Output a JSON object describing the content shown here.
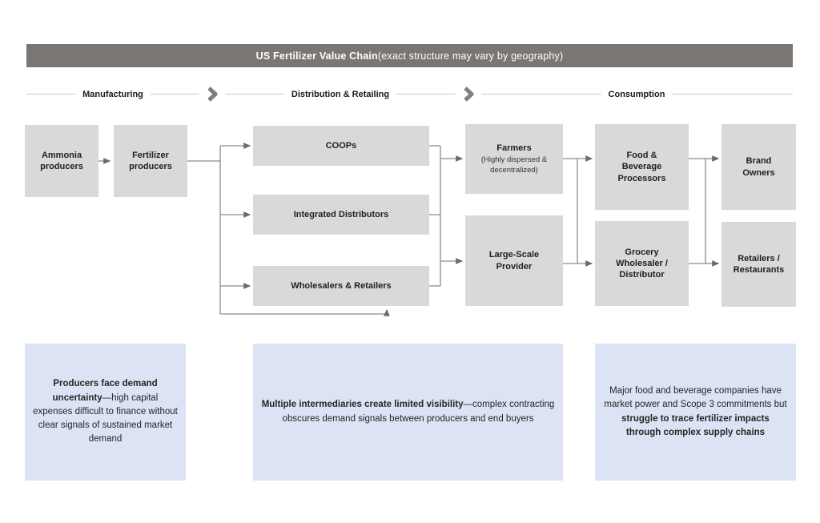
{
  "header": {
    "title_bold": "US Fertilizer Value Chain",
    "title_rest": " (exact structure may vary by geography)"
  },
  "stages": [
    {
      "label": "Manufacturing"
    },
    {
      "label": "Distribution & Retailing"
    },
    {
      "label": "Consumption"
    }
  ],
  "icons": {
    "stage_separator": "chevron-right-icon"
  },
  "nodes": {
    "ammonia": "Ammonia producers",
    "fertilizer": "Fertilizer producers",
    "coops": "COOPs",
    "integrated": "Integrated Distributors",
    "wholesalers": "Wholesalers & Retailers",
    "farmers": "Farmers",
    "farmers_sub": "(Highly dispersed & decentralized)",
    "large_scale": "Large-Scale Provider",
    "food_beverage": "Food & Beverage Processors",
    "grocery": "Grocery Wholesaler / Distributor",
    "brand_owners": "Brand Owners",
    "retailers": "Retailers / Restaurants"
  },
  "callouts": [
    {
      "pre": "",
      "bold": "Producers face demand uncertainty",
      "rest": "—high capital expenses difficult to finance without clear signals of sustained market demand"
    },
    {
      "pre": "",
      "bold": "Multiple intermediaries create limited visibility",
      "rest": "—complex contracting obscures demand signals between producers and end buyers"
    },
    {
      "pre": "Major food and beverage companies have market power and Scope 3 commitments but ",
      "bold": "struggle to trace fertilizer impacts through complex supply chains",
      "rest": ""
    }
  ],
  "colors": {
    "header_bg": "#7a7673",
    "node_fill": "#d9d9d9",
    "callout_fill": "#dbe3f4",
    "connector": "#8c8c8c",
    "stage_line": "#c9c9c9",
    "chevron": "#7f7f7f"
  }
}
